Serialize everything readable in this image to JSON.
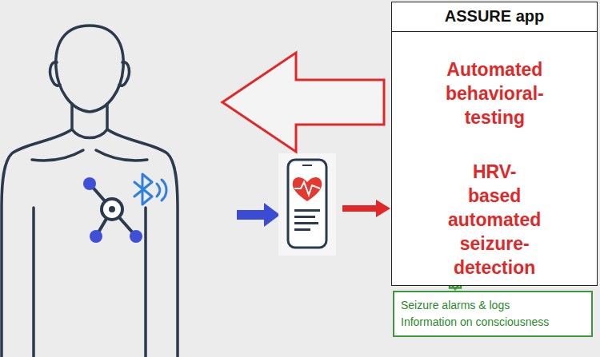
{
  "diagram": {
    "nodes": [
      {
        "text": [
          "ASSURE app"
        ]
      },
      {
        "text": [
          "Automated behavioral-testing"
        ],
        "in": 0
      },
      {
        "text": [
          "HRV-based automated seizure-detection"
        ],
        "in": 0
      },
      {
        "text": [
          "Seizure alarms & logs",
          "Information on consciousness"
        ]
      }
    ],
    "edges": [
      {
        "from": 2,
        "to": 1,
        "arrow": "to"
      },
      {
        "from": 0,
        "to": 3,
        "arrow": "to"
      }
    ]
  }
}
